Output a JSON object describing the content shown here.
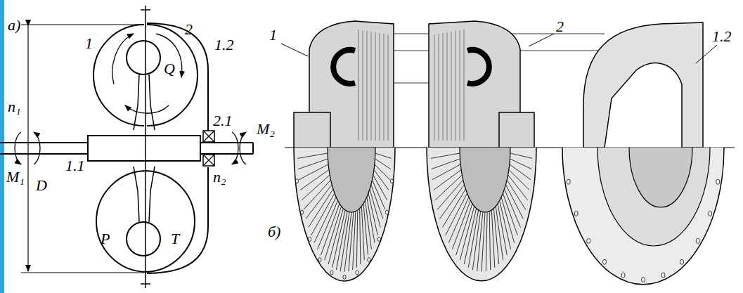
{
  "diagram": {
    "labels": [
      "a)",
      "1",
      "2",
      "1.2",
      "Q",
      "n₁",
      "1.1",
      "2.1",
      "M₂",
      "M₁",
      "D",
      "n₂",
      "P",
      "T",
      "б)",
      "1",
      "2",
      "1.2"
    ]
  }
}
